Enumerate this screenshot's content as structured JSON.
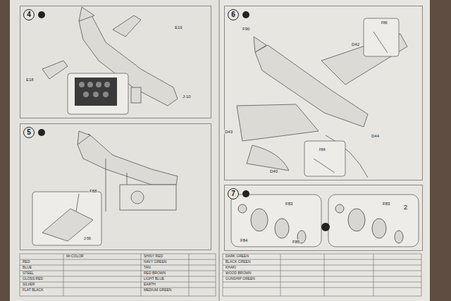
{
  "diagram": {
    "nodes": [
      {
        "text": [
          "4"
        ]
      },
      {
        "text": [
          "5"
        ]
      },
      {
        "text": [
          "6"
        ]
      },
      {
        "text": [
          "7"
        ]
      }
    ],
    "labels": [
      "E19",
      "E18",
      "J-10",
      "F88",
      "J-56",
      "F90",
      "D42",
      "D43",
      "D44",
      "D40",
      "F86",
      "F84",
      "2",
      "F83",
      "F85",
      "F84",
      "F83",
      "Mr.COLOR",
      "RED",
      "BLUE",
      "STEEL",
      "GLOSS RED",
      "SILVER",
      "FLAT BLACK",
      "SHINY RED",
      "NAVY GREEN",
      "TAN",
      "RED BROWN",
      "LIGHT BLUE",
      "EARTH",
      "MEDIUM GREEN",
      "DARK GREEN",
      "BLACK GREEN",
      "KHAKI",
      "WOOD BROWN",
      "GUNSHIP GREEN"
    ]
  }
}
